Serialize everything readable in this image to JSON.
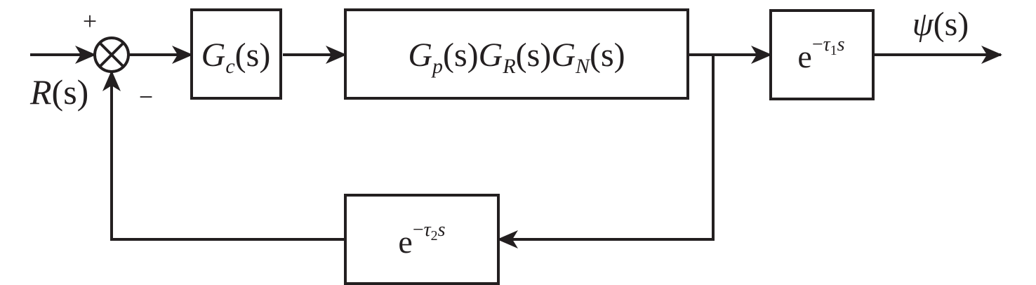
{
  "input_label": {
    "main": "R",
    "arg": "(s)"
  },
  "output_label": {
    "main": "ψ",
    "arg": "(s)"
  },
  "sum_signs": {
    "plus": "+",
    "minus": "−"
  },
  "blocks": {
    "controller": {
      "G": "G",
      "sub": "c",
      "arg": "(s)"
    },
    "plant": {
      "G": "G",
      "sub1": "p",
      "sub2": "R",
      "sub3": "N",
      "arg": "(s)"
    },
    "forward_delay": {
      "base": "e",
      "minus": "−",
      "tau": "τ",
      "sub": "1",
      "s": "s"
    },
    "feedback_delay": {
      "base": "e",
      "minus": "−",
      "tau": "τ",
      "sub": "2",
      "s": "s"
    }
  }
}
